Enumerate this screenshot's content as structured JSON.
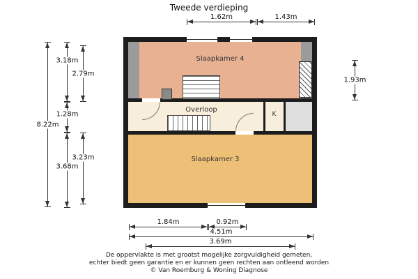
{
  "title": "Tweede verdieping",
  "plan": {
    "rooms": [
      {
        "label": "Slaapkamer 4",
        "color": "#e8b192"
      },
      {
        "label": "Overloop",
        "color": "#f7eedb"
      },
      {
        "label": "Slaapkamer 3",
        "color": "#eec077"
      },
      {
        "label": "K",
        "color": "#f7eedb"
      }
    ],
    "colors": {
      "wall": "#1d1d1d",
      "sloped_roof": "#9b9b9b",
      "background": "#ffffff"
    }
  },
  "dimensions": {
    "top": [
      "1.62m",
      "1.43m"
    ],
    "left": [
      "3.18m",
      "2.79m",
      "1.28m",
      "8.22m",
      "3.23m",
      "3.68m"
    ],
    "right": [
      "1.93m"
    ],
    "bottom": [
      "1.84m",
      "0.92m",
      "4.51m",
      "3.69m"
    ]
  },
  "footer": {
    "line1": "De oppervlakte is met grootst mogelijke zorgvuldigheid gemeten,",
    "line2": "echter biedt geen garantie en er kunnen geen rechten aan ontleend worden",
    "line3": "© Van Roemburg & Woning Diagnose"
  }
}
